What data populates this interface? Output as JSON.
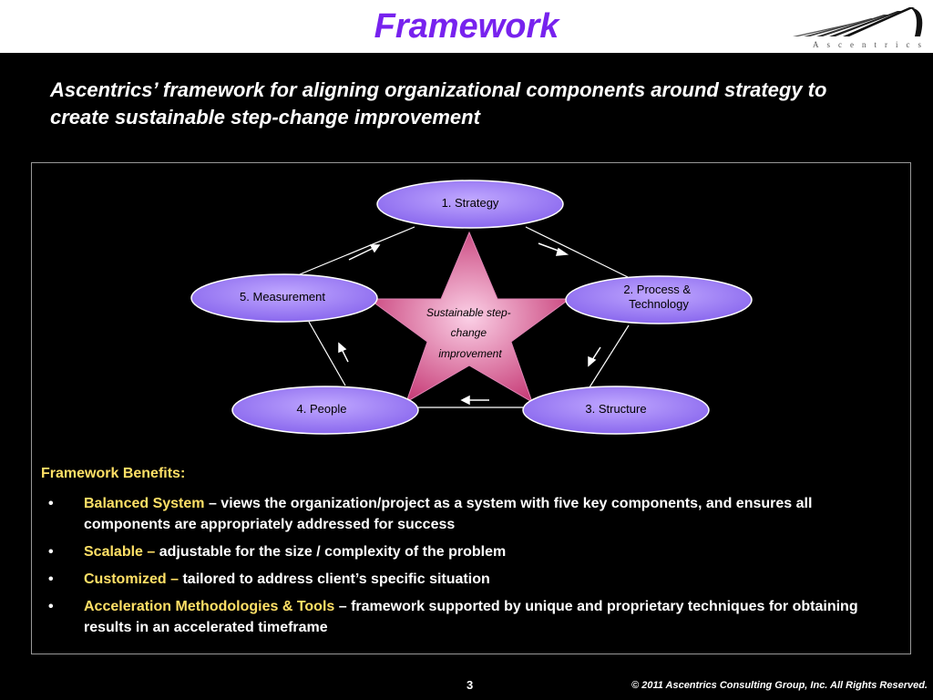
{
  "header": {
    "title": "Framework",
    "logo_text": "Ascentrics"
  },
  "subtitle": "Ascentrics’ framework for aligning organizational components around strategy to create sustainable step-change improvement",
  "diagram": {
    "nodes": [
      {
        "id": "strategy",
        "label_lines": [
          "1.  Strategy"
        ]
      },
      {
        "id": "process",
        "label_lines": [
          "2.  Process &",
          "Technology"
        ]
      },
      {
        "id": "structure",
        "label_lines": [
          "3.  Structure"
        ]
      },
      {
        "id": "people",
        "label_lines": [
          "4.  People"
        ]
      },
      {
        "id": "measurement",
        "label_lines": [
          "5.  Measurement"
        ]
      }
    ],
    "center_label_lines": [
      "Sustainable step-",
      "change",
      "improvement"
    ],
    "colors": {
      "node_fill": "#9a7af5",
      "node_stroke": "#ffffff",
      "star_fill": "#c8407a",
      "connector": "#ffffff"
    }
  },
  "benefits": {
    "title": "Framework Benefits:",
    "items": [
      {
        "term": "Balanced System",
        "desc": " – views the organization/project as a system with five key components, and ensures all components are appropriately addressed for success"
      },
      {
        "term": "Scalable – ",
        "desc": " adjustable for the size / complexity of the problem"
      },
      {
        "term": "Customized – ",
        "desc": "tailored to address client’s specific situation"
      },
      {
        "term": "Acceleration Methodologies & Tools",
        "desc": " – framework supported by unique and proprietary techniques for obtaining results in an accelerated timeframe"
      }
    ]
  },
  "footer": {
    "page_number": "3",
    "copyright": "© 2011 Ascentrics Consulting Group, Inc.  All Rights Reserved."
  },
  "colors": {
    "title": "#7722ee",
    "accent_yellow": "#ffe066",
    "background": "#000000"
  }
}
